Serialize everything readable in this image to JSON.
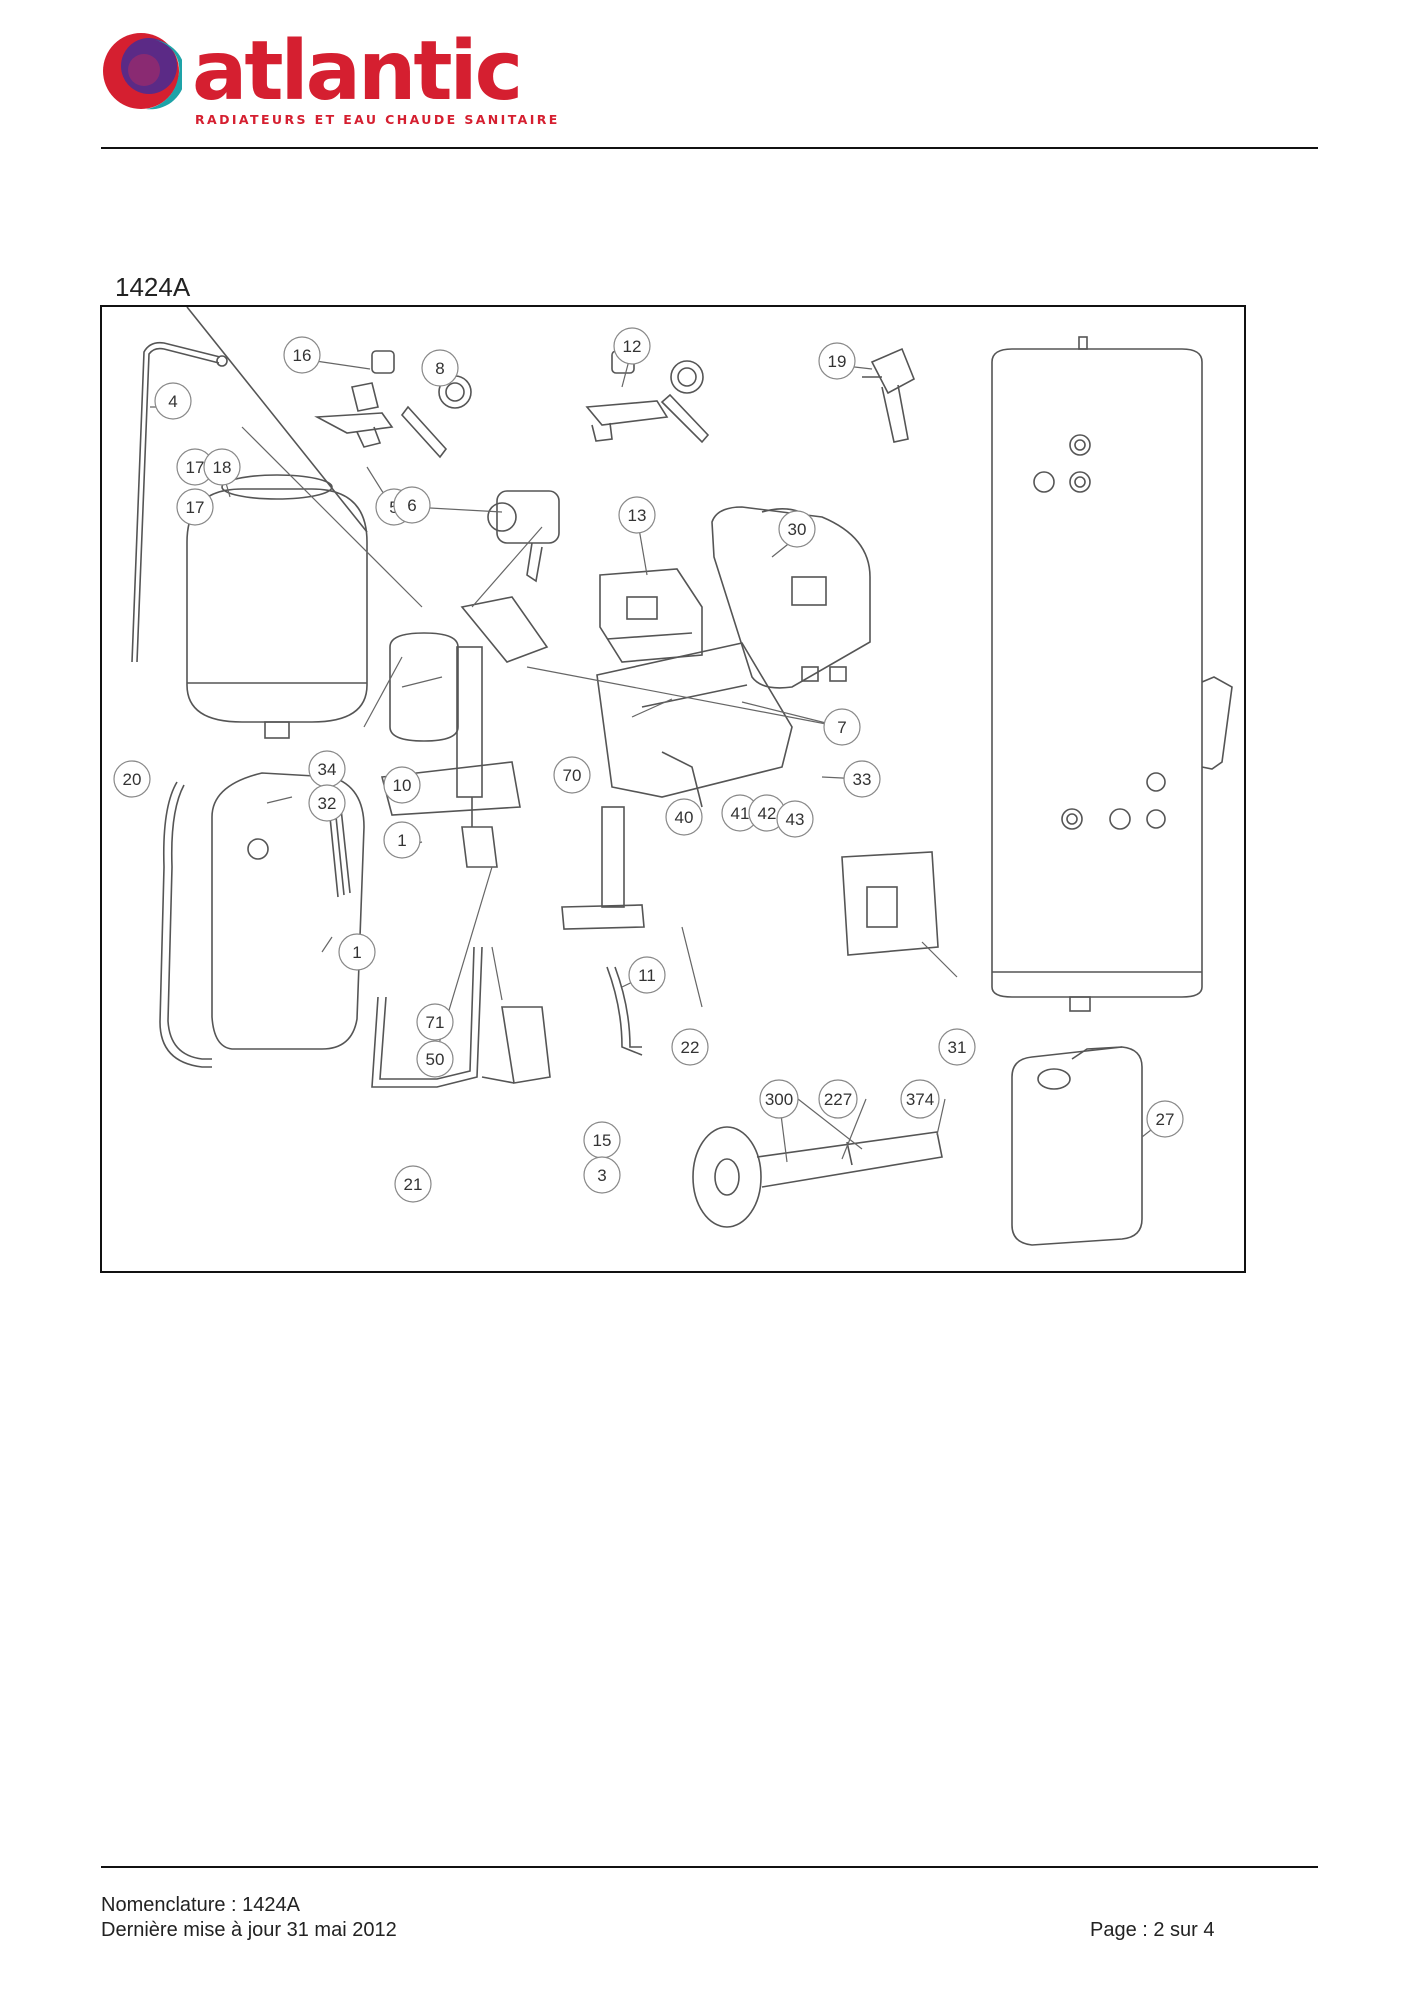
{
  "brand": {
    "name": "atlantic",
    "tagline": "RADIATEURS ET EAU CHAUDE SANITAIRE",
    "color_red": "#d51f30",
    "color_violet": "#5b2a86",
    "color_teal": "#1ea3a8"
  },
  "document": {
    "model": "1424A"
  },
  "diagram": {
    "callouts": [
      "16",
      "8",
      "12",
      "19",
      "4",
      "17",
      "18",
      "17",
      "5",
      "6",
      "13",
      "30",
      "7",
      "20",
      "34",
      "32",
      "10",
      "70",
      "33",
      "40",
      "41",
      "42",
      "43",
      "1",
      "11",
      "1",
      "71",
      "22",
      "31",
      "50",
      "15",
      "21",
      "3",
      "300",
      "227",
      "374",
      "27"
    ]
  },
  "footer": {
    "nomenclature_label": "Nomenclature : 1424A",
    "update_label": "Dernière mise à jour 31 mai 2012",
    "page_label": "Page : 2 sur 4"
  }
}
